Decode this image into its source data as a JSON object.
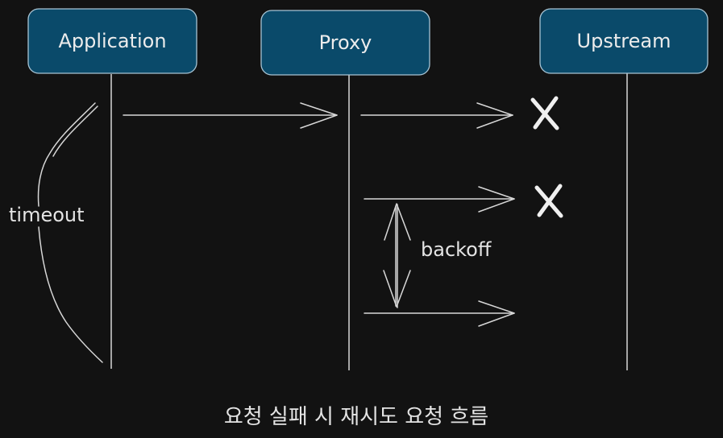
{
  "actors": [
    {
      "name": "Application"
    },
    {
      "name": "Proxy"
    },
    {
      "name": "Upstream"
    }
  ],
  "labels": {
    "timeout": "timeout",
    "backoff": "backoff"
  },
  "caption": "요청 실패 시 재시도 요청 흐름",
  "colors": {
    "background": "#121212",
    "actor_fill": "#0a4a6a",
    "actor_stroke": "#a8c4d4",
    "line": "#d8d8d8",
    "text": "#e4e4e4"
  },
  "icons": {
    "failure": "x-mark-icon"
  }
}
